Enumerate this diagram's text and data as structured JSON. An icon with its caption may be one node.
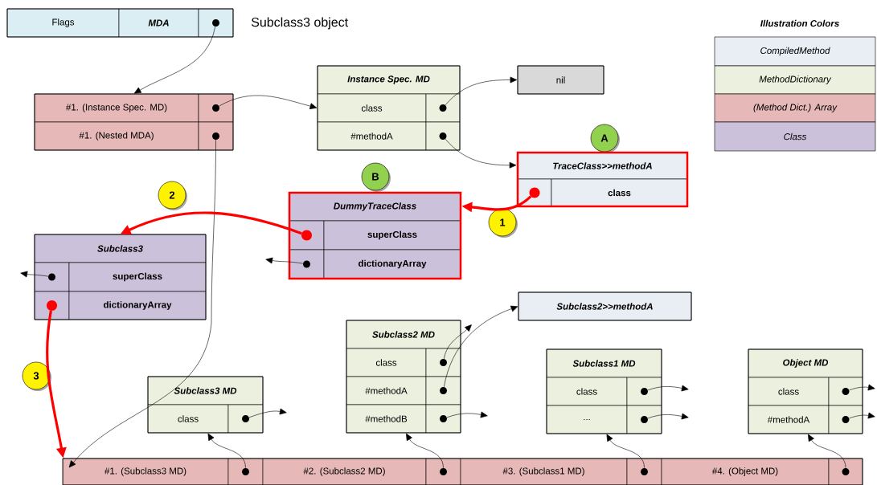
{
  "diagram": {
    "nodes": [
      {
        "text": [
          "Flags",
          "MDA"
        ],
        "beside": [
          "Subclass3 object"
        ]
      },
      {
        "text": [
          "#1. (Instance Spec. MD)",
          "#1. (Nested MDA)"
        ]
      },
      {
        "text": [
          "Instance Spec. MD",
          "class",
          "#methodA"
        ]
      },
      {
        "text": [
          "nil"
        ]
      },
      {
        "text": [
          "A"
        ]
      },
      {
        "text": [
          "TraceClass>>methodA",
          "class"
        ]
      },
      {
        "text": [
          "B"
        ]
      },
      {
        "text": [
          "DummyTraceClass",
          "superClass",
          "dictionaryArray"
        ]
      },
      {
        "text": [
          "Subclass3",
          "superClass",
          "dictionaryArray"
        ]
      },
      {
        "text": [
          "Subclass2>>methodA"
        ]
      },
      {
        "text": [
          "Subclass2 MD",
          "class",
          "#methodA",
          "#methodB"
        ]
      },
      {
        "text": [
          "Subclass3 MD",
          "class"
        ]
      },
      {
        "text": [
          "Subclass1 MD",
          "class",
          "..."
        ]
      },
      {
        "text": [
          "Object MD",
          "class",
          "#methodA"
        ]
      },
      {
        "text": [
          "#1. (Subclass3 MD)",
          "#2. (Subclass2 MD)",
          "#3. (Subclass1 MD)",
          "#4. (Object MD)"
        ]
      },
      {
        "text": [],
        "shape": "circle",
        "in": 0
      },
      {
        "text": [],
        "shape": "circle",
        "in": 1
      },
      {
        "text": [],
        "shape": "circle",
        "in": 1
      },
      {
        "text": [],
        "shape": "circle",
        "in": 2
      },
      {
        "text": [],
        "shape": "circle",
        "in": 2
      },
      {
        "text": [],
        "shape": "circle",
        "in": 5
      },
      {
        "text": [],
        "shape": "circle",
        "in": 7
      },
      {
        "text": [],
        "shape": "circle",
        "in": 7
      },
      {
        "text": [],
        "shape": "circle",
        "in": 8
      },
      {
        "text": [],
        "shape": "circle",
        "in": 8
      },
      {
        "text": [],
        "shape": "circle",
        "in": 10
      },
      {
        "text": [],
        "shape": "circle",
        "in": 10
      },
      {
        "text": [],
        "shape": "circle",
        "in": 10
      },
      {
        "text": [],
        "shape": "circle",
        "in": 11
      },
      {
        "text": [],
        "shape": "circle",
        "in": 12
      },
      {
        "text": [],
        "shape": "circle",
        "in": 12
      },
      {
        "text": [],
        "shape": "circle",
        "in": 13
      },
      {
        "text": [],
        "shape": "circle",
        "in": 13
      },
      {
        "text": [],
        "shape": "circle",
        "in": 14
      },
      {
        "text": [],
        "shape": "circle",
        "in": 14
      },
      {
        "text": [],
        "shape": "circle",
        "in": 14
      },
      {
        "text": [],
        "shape": "circle",
        "in": 14
      },
      {
        "text": [
          "1"
        ]
      },
      {
        "text": [
          "2"
        ]
      },
      {
        "text": [
          "3"
        ]
      }
    ],
    "edges": [
      {
        "from": 15,
        "to": 1,
        "arrow": "to"
      },
      {
        "from": 16,
        "to": 2,
        "arrow": "to"
      },
      {
        "from": 17,
        "to": 14,
        "arrow": "to"
      },
      {
        "from": 18,
        "to": 3,
        "arrow": "to"
      },
      {
        "from": 19,
        "to": 5,
        "arrow": "to"
      },
      {
        "from": 20,
        "to": 7,
        "arrow": "to",
        "style": "thick",
        "color": "#ff0000"
      },
      {
        "from": 21,
        "to": 8,
        "arrow": "to",
        "style": "thick",
        "color": "#ff0000"
      },
      {
        "from": 22,
        "to": null,
        "arrow": "to"
      },
      {
        "from": 23,
        "to": null,
        "arrow": "to"
      },
      {
        "from": 24,
        "to": 14,
        "arrow": "to",
        "style": "thick",
        "color": "#ff0000"
      },
      {
        "from": 25,
        "to": null,
        "arrow": "to"
      },
      {
        "from": 26,
        "to": 9,
        "arrow": "to"
      },
      {
        "from": 27,
        "to": null,
        "arrow": "to"
      },
      {
        "from": 28,
        "to": null,
        "arrow": "to"
      },
      {
        "from": 29,
        "to": null,
        "arrow": "to"
      },
      {
        "from": 30,
        "to": null,
        "arrow": "to"
      },
      {
        "from": 31,
        "to": null,
        "arrow": "to"
      },
      {
        "from": 32,
        "to": null,
        "arrow": "to"
      },
      {
        "from": 33,
        "to": 11,
        "arrow": "to"
      },
      {
        "from": 34,
        "to": 10,
        "arrow": "to"
      },
      {
        "from": 35,
        "to": 12,
        "arrow": "to"
      },
      {
        "from": 36,
        "to": 13,
        "arrow": "to"
      }
    ],
    "labels": [
      "Illustration Colors"
    ],
    "legend": [
      {
        "text": "CompiledMethod",
        "color": "#e9edf4"
      },
      {
        "text": "MethodDictionary",
        "color": "#ebf1de"
      },
      {
        "text": "(Method Dict.) Array",
        "color": "#e6b9b8"
      },
      {
        "text": "Class",
        "color": "#ccc1da"
      }
    ]
  }
}
